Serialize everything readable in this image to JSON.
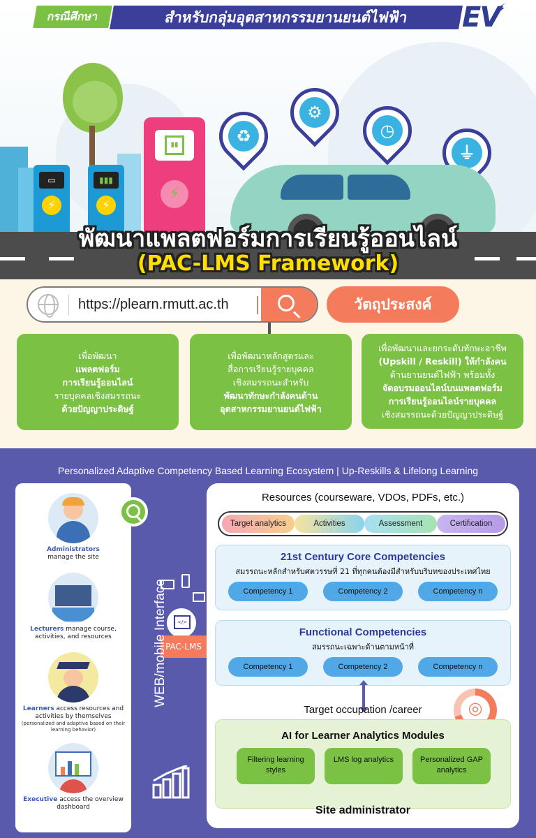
{
  "header": {
    "tag": "กรณีศึกษา",
    "title": "สำหรับกลุ่มอุตสาหกรรมยานยนต์ไฟฟ้า",
    "logo_text": "EV"
  },
  "hero": {
    "title": "พัฒนาแพลตฟอร์มการเรียนรู้ออนไลน์",
    "subtitle": "(PAC-LMS Framework)",
    "pin_icons": [
      "recycle-icon",
      "gear-check-icon",
      "clock-icon",
      "plug-icon"
    ],
    "charger_icons": [
      "battery-icon",
      "lightning-icon"
    ]
  },
  "browser": {
    "url": "https://plearn.rmutt.ac.th",
    "objective_label": "วัตถุประสงค์"
  },
  "goals": [
    {
      "lines": [
        {
          "text": "เพื่อพัฒนา",
          "bold": false
        },
        {
          "text": "แพลตฟอร์ม",
          "bold": true
        },
        {
          "text": "การเรียนรู้ออนไลน์",
          "bold": true
        },
        {
          "text": "รายบุคคลเชิงสมรรถนะ",
          "bold": false
        },
        {
          "text": "ด้วยปัญญาประดิษฐ์",
          "bold": true
        }
      ]
    },
    {
      "lines": [
        {
          "text": "เพื่อพัฒนาหลักสูตรและ",
          "bold": false
        },
        {
          "text": "สื่อการเรียนรู้รายบุคคล",
          "bold": false
        },
        {
          "text": "เชิงสมรรถนะสำหรับ",
          "bold": false
        },
        {
          "text": "พัฒนาทักษะกำลังคนด้าน",
          "bold": true
        },
        {
          "text": "อุตสาหกรรมยานยนต์ไฟฟ้า",
          "bold": true
        }
      ]
    },
    {
      "lines": [
        {
          "text": "เพื่อพัฒนาและยกระดับทักษะอาชีพ",
          "bold": false
        },
        {
          "text": "(Upskill / Reskill) ให้กำลังคน",
          "bold": true
        },
        {
          "text": "ด้านยานยนต์ไฟฟ้า พร้อมทั้ง",
          "bold": false
        },
        {
          "text": "จัดอบรมออนไลน์บนแพลตฟอร์ม",
          "bold": true
        },
        {
          "text": "การเรียนรู้ออนไลน์รายบุคคล",
          "bold": true
        },
        {
          "text": "เชิงสมรรถนะด้วยปัญญาประดิษฐ์",
          "bold": false
        }
      ]
    }
  ],
  "ecosystem": {
    "title": "Personalized Adaptive Competency Based Learning Ecosystem | Up-Reskills & Lifelong Learning",
    "web_label": "WEB/mobile Interface",
    "platform_label": "PAC-LMS",
    "roles": [
      {
        "name": "Administrators",
        "desc": "manage the site",
        "note": ""
      },
      {
        "name": "Lecturers",
        "desc": "manage course, activities, and resources",
        "note": ""
      },
      {
        "name": "Learners",
        "desc": "access resources and activities by themselves",
        "note": "(personalized and adaptive based on their learning behavior)"
      },
      {
        "name": "Executive",
        "desc": "access the overview dashboard",
        "note": ""
      }
    ],
    "resources": {
      "title": "Resources (courseware, VDOs, PDFs, etc.)",
      "segments": [
        "Target analytics",
        "Activities",
        "Assessment",
        "Certification"
      ]
    },
    "core": {
      "title": "21st Century Core Competencies",
      "subtitle": "สมรรถนะหลักสำหรับศตวรรษที่ 21 ที่ทุกคนต้องมีสำหรับบริบทของประเทศไทย",
      "items": [
        "Competency 1",
        "Competency 2",
        "Competency n"
      ]
    },
    "functional": {
      "title": "Functional Competencies",
      "subtitle": "สมรรถนะเฉพาะด้านตามหน้าที่",
      "items": [
        "Competency 1",
        "Competency 2",
        "Competency n"
      ]
    },
    "target": "Target occupation /career",
    "ai": {
      "title": "AI for Learner Analytics Modules",
      "modules": [
        "Filtering learning styles",
        "LMS log analytics",
        "Personalized GAP analytics"
      ]
    },
    "footer": "Site administrator"
  },
  "colors": {
    "green": "#7bc143",
    "navy": "#3b3f9a",
    "coral": "#f47c5c",
    "purple_bg": "#5a5aad",
    "blue_pill": "#51a8e6"
  }
}
